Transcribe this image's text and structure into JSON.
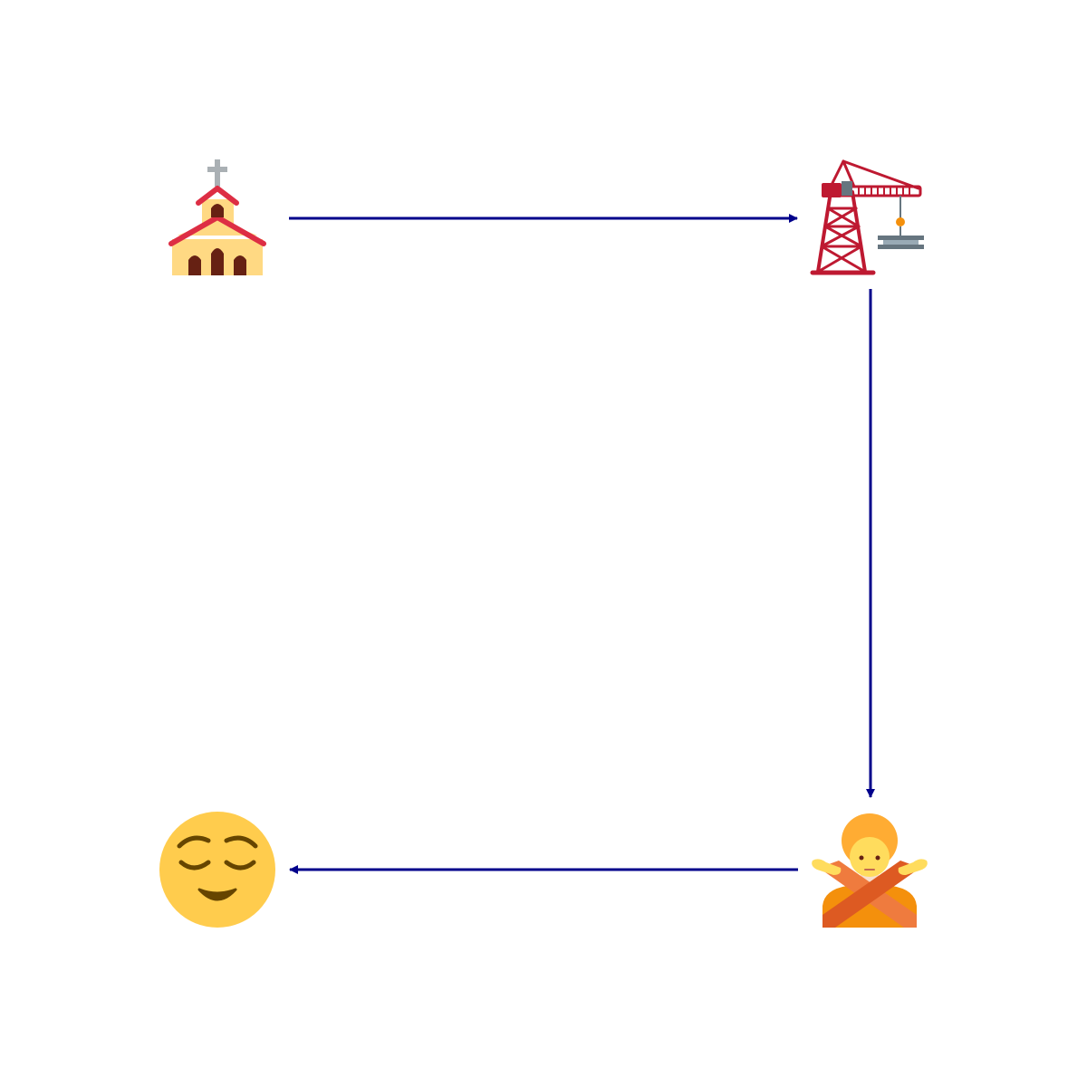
{
  "diagram": {
    "nodes": [
      {
        "id": "church",
        "icon": "church-icon"
      },
      {
        "id": "crane",
        "icon": "construction-crane-icon"
      },
      {
        "id": "person",
        "icon": "person-gesturing-no-icon"
      },
      {
        "id": "face",
        "icon": "relieved-face-icon"
      }
    ],
    "edges": [
      {
        "from": "church",
        "to": "crane"
      },
      {
        "from": "crane",
        "to": "person"
      },
      {
        "from": "person",
        "to": "face"
      }
    ],
    "colors": {
      "arrow": "#00008b",
      "background": "#ffffff"
    }
  }
}
